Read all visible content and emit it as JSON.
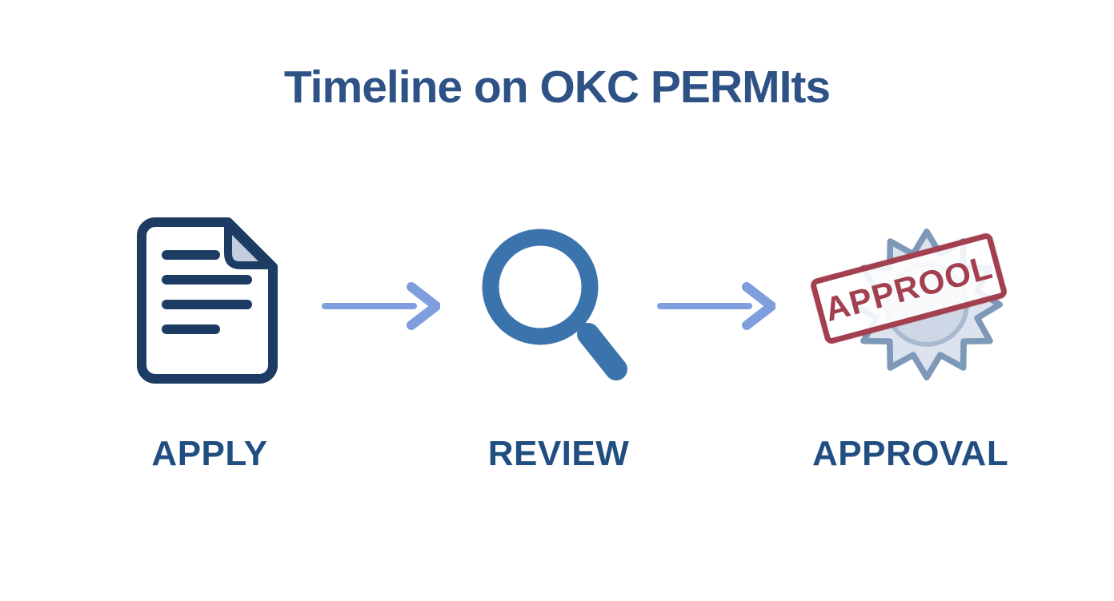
{
  "title": {
    "text": "Timeline on OKC PERMIts"
  },
  "steps": [
    {
      "id": "apply",
      "label": "APPLY",
      "icon": "document-icon"
    },
    {
      "id": "review",
      "label": "REVIEW",
      "icon": "magnifying-glass-icon"
    },
    {
      "id": "approval",
      "label": "APPROVAL",
      "icon": "approval-seal-icon",
      "stamp_text": "APPROOL"
    }
  ],
  "arrows": {
    "count": 2,
    "direction": "right"
  },
  "colors": {
    "background": "#ffffff",
    "title_text": "#2e5286",
    "label_text": "#204e80",
    "document_outline": "#1d3c64",
    "document_fold_fill": "#c3cdde",
    "magnifier": "#3b74ac",
    "arrow": "#7f9ede",
    "seal_fill": "#dce3ee",
    "seal_outline": "#7e99b8",
    "seal_inner_circle": "#cdd7e5",
    "stamp_red": "#a24050"
  }
}
